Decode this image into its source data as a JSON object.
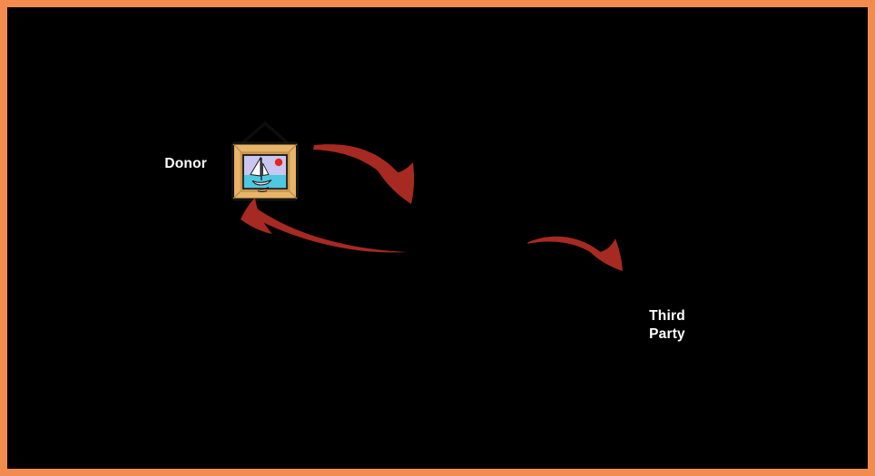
{
  "diagram": {
    "labels": {
      "donor": "Donor",
      "third_party_line1": "Third",
      "third_party_line2": "Party"
    },
    "colors": {
      "background": "#000000",
      "border": "#F28C4E",
      "arrow": "#A62A22",
      "label_text": "#FFFFFF",
      "frame_wood": "#E8B468",
      "frame_bevel": "#C89550",
      "picture_sky": "#C9C7F2",
      "picture_sea": "#4EC8DF",
      "picture_sun": "#E5261D",
      "sail": "#FFFFFF"
    },
    "nodes": [
      {
        "id": "donor",
        "label": "Donor",
        "icon": "framed-sailboat-picture-icon"
      },
      {
        "id": "third-party",
        "label": "Third Party"
      }
    ],
    "arrows": [
      {
        "id": "arrow-from-donor",
        "from": "donor picture",
        "to": "lower right"
      },
      {
        "id": "arrow-back-to-donor",
        "from": "lower right",
        "to": "donor picture"
      },
      {
        "id": "arrow-to-third-party",
        "from": "center right",
        "to": "Third Party"
      }
    ]
  }
}
